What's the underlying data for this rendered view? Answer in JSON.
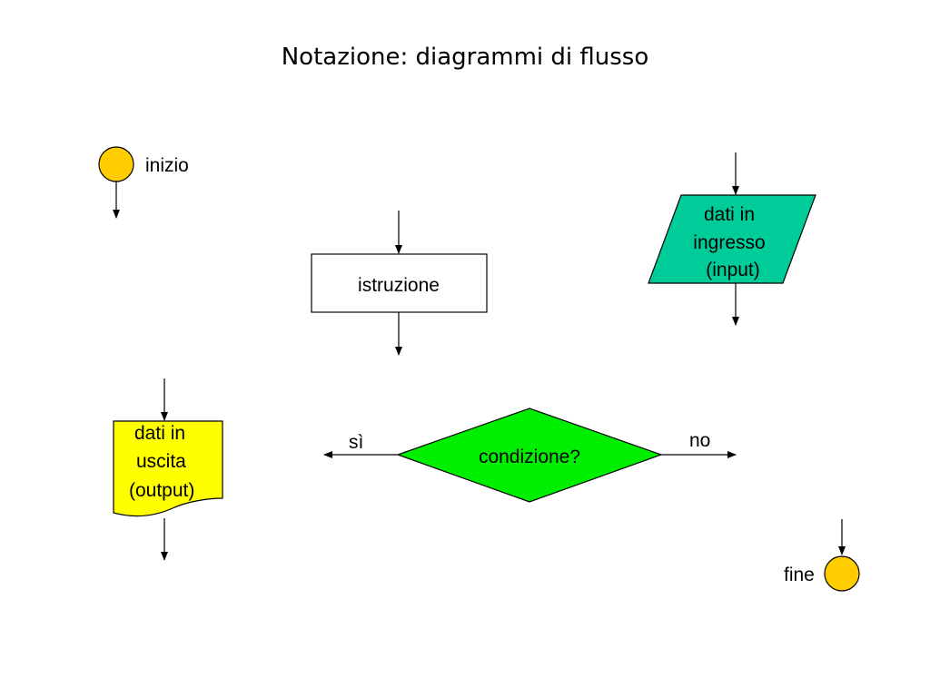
{
  "slide": {
    "title": "Notazione: diagrammi di flusso"
  },
  "symbols": {
    "start": {
      "label": "inizio"
    },
    "end": {
      "label": "fine"
    },
    "instruction": {
      "label": "istruzione"
    },
    "input": {
      "lines": [
        "dati in",
        "ingresso",
        "(input)"
      ]
    },
    "output": {
      "lines": [
        "dati in",
        "uscita",
        "(output)"
      ]
    },
    "condition": {
      "label": "condizione?",
      "yes_label": "sì",
      "no_label": "no"
    }
  },
  "colors": {
    "terminal_fill": "#FFCC00",
    "input_fill": "#00CC99",
    "output_fill": "#FFFF00",
    "condition_fill": "#00EE00",
    "instruction_fill": "#FFFFFF",
    "stroke": "#000000"
  }
}
